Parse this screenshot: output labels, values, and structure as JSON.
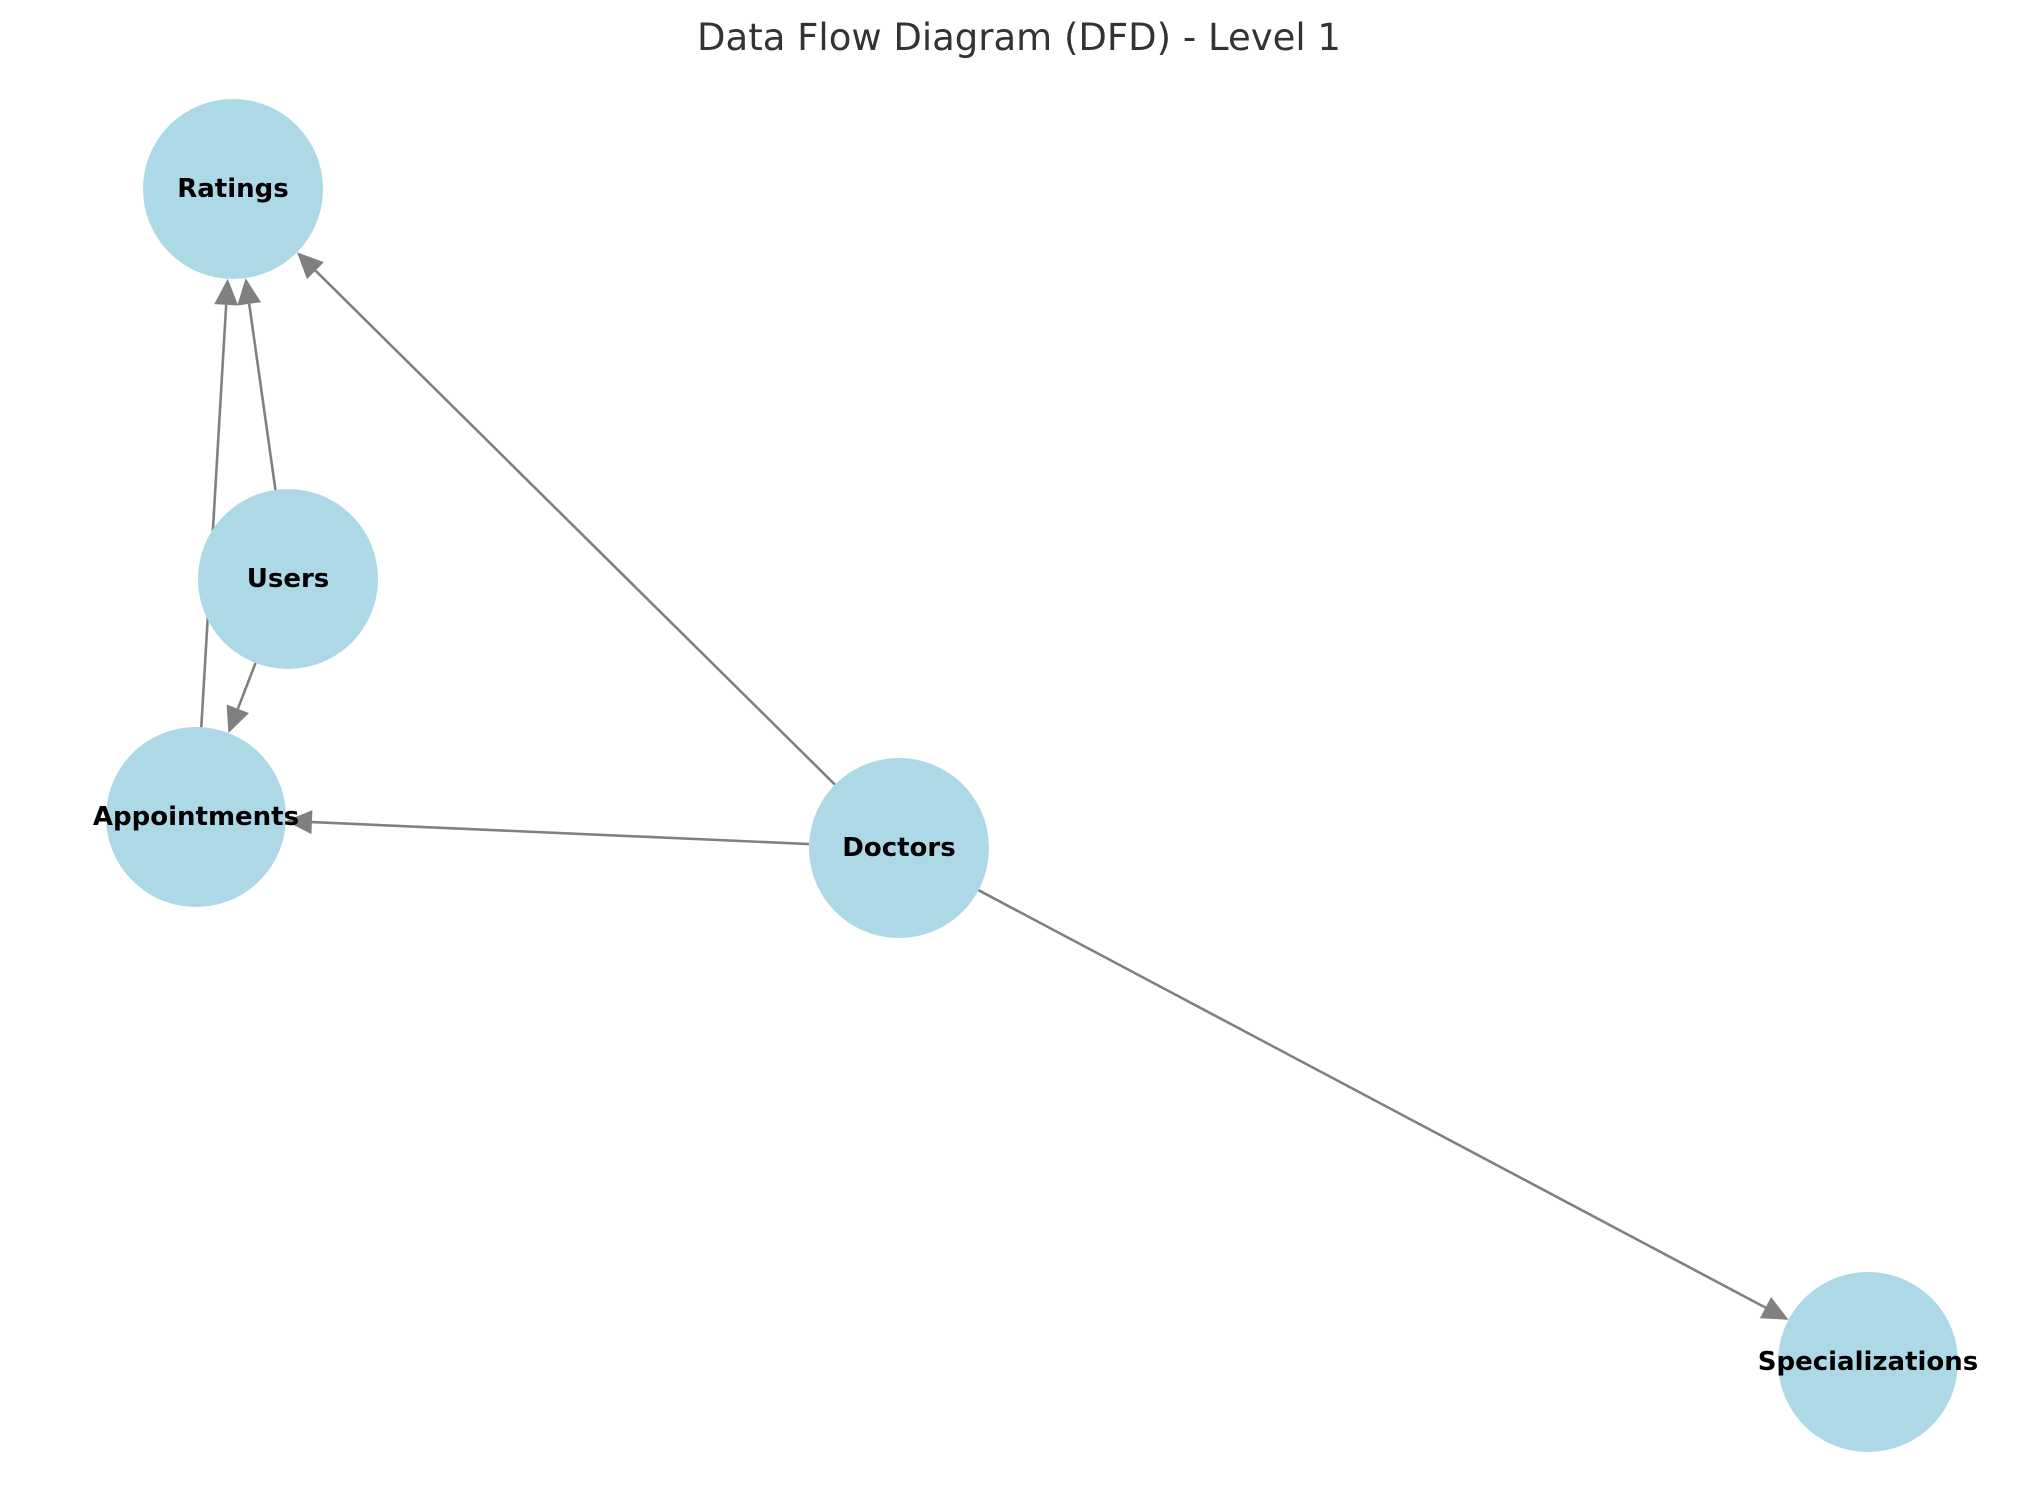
{
  "title": "Data Flow Diagram (DFD) - Level 1",
  "colors": {
    "node_fill": "#add8e6",
    "edge": "#808080",
    "label": "#000000",
    "title": "#333333",
    "background": "#ffffff"
  },
  "nodes": [
    {
      "id": "ratings",
      "label": "Ratings"
    },
    {
      "id": "users",
      "label": "Users"
    },
    {
      "id": "appointments",
      "label": "Appointments"
    },
    {
      "id": "doctors",
      "label": "Doctors"
    },
    {
      "id": "specializations",
      "label": "Specializations"
    }
  ],
  "edges": [
    {
      "from": "users",
      "to": "ratings"
    },
    {
      "from": "users",
      "to": "appointments"
    },
    {
      "from": "appointments",
      "to": "ratings"
    },
    {
      "from": "doctors",
      "to": "ratings"
    },
    {
      "from": "doctors",
      "to": "appointments"
    },
    {
      "from": "doctors",
      "to": "specializations"
    }
  ]
}
